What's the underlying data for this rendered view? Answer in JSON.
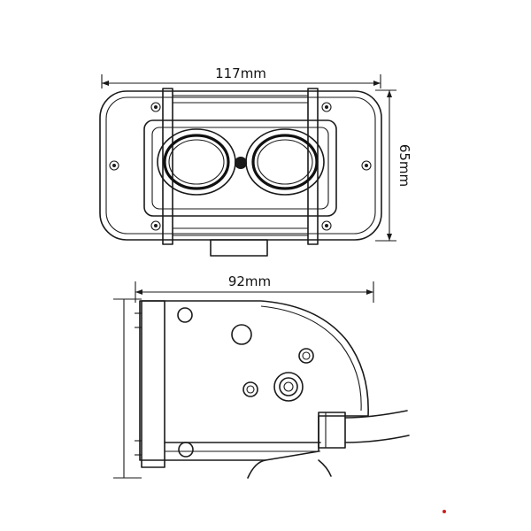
{
  "dimensions": {
    "front_width": "117mm",
    "front_height": "65mm",
    "side_width": "92mm"
  },
  "colors": {
    "line": "#1a1a1a",
    "background": "#ffffff",
    "mark": "#cc1f1f"
  }
}
